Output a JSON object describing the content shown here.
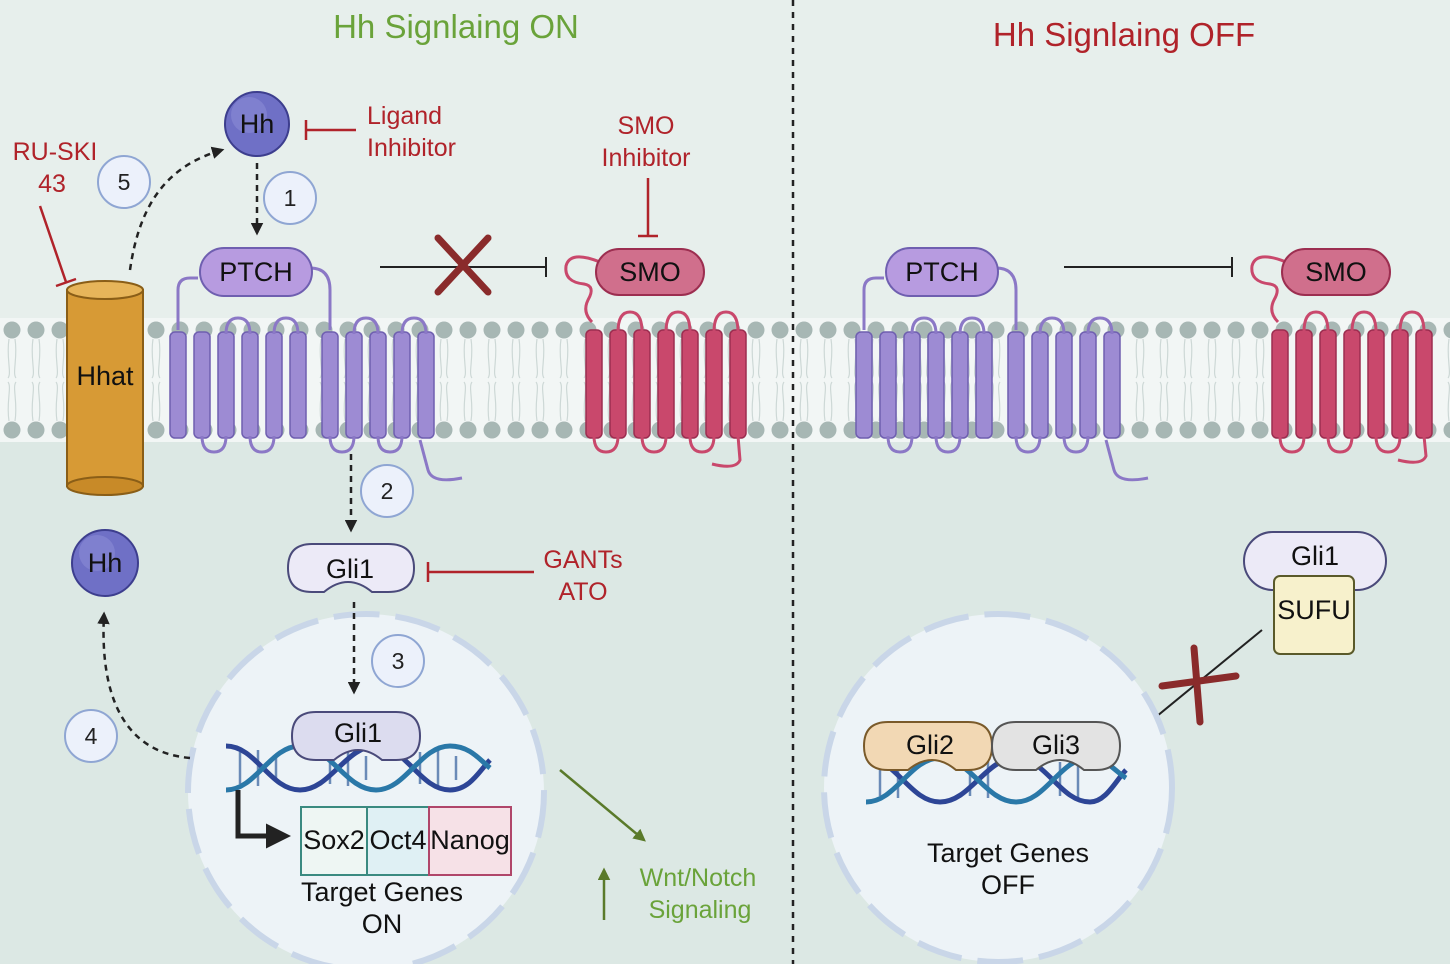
{
  "titles": {
    "on": "Hh Signlaing ON",
    "off": "Hh Signlaing OFF"
  },
  "colors": {
    "on_title": "#6aa33a",
    "off_title": "#b0232a",
    "inhibitor": "#b0232a",
    "ptch": "#9d8bd3",
    "smo": "#c9486c",
    "hhat": "#d79a35",
    "hh": "#6f70c6",
    "cytoplasm": "#dce8e4",
    "membrane": "#a7b7b4"
  },
  "on_panel": {
    "hh_top": "Hh",
    "hh_secreted": "Hh",
    "hhat": "Hhat",
    "ptch": "PTCH",
    "smo": "SMO",
    "gli1_cyto": "Gli1",
    "gli1_nucleus": "Gli1",
    "inhibitors": {
      "ligand_line1": "Ligand",
      "ligand_line2": "Inhibitor",
      "smo_line1": "SMO",
      "smo_line2": "Inhibitor",
      "ruski_line1": "RU-SKI",
      "ruski_line2": "43",
      "gants_line1": "GANTs",
      "gants_line2": "ATO"
    },
    "steps": [
      "1",
      "2",
      "3",
      "4",
      "5"
    ],
    "target_genes": [
      "Sox2",
      "Oct4",
      "Nanog"
    ],
    "target_label_line1": "Target Genes",
    "target_label_line2": "ON",
    "wnt_line1": "Wnt/Notch",
    "wnt_line2": "Signaling"
  },
  "off_panel": {
    "ptch": "PTCH",
    "smo": "SMO",
    "gli1": "Gli1",
    "sufu": "SUFU",
    "gli2": "Gli2",
    "gli3": "Gli3",
    "target_label_line1": "Target Genes",
    "target_label_line2": "OFF"
  }
}
